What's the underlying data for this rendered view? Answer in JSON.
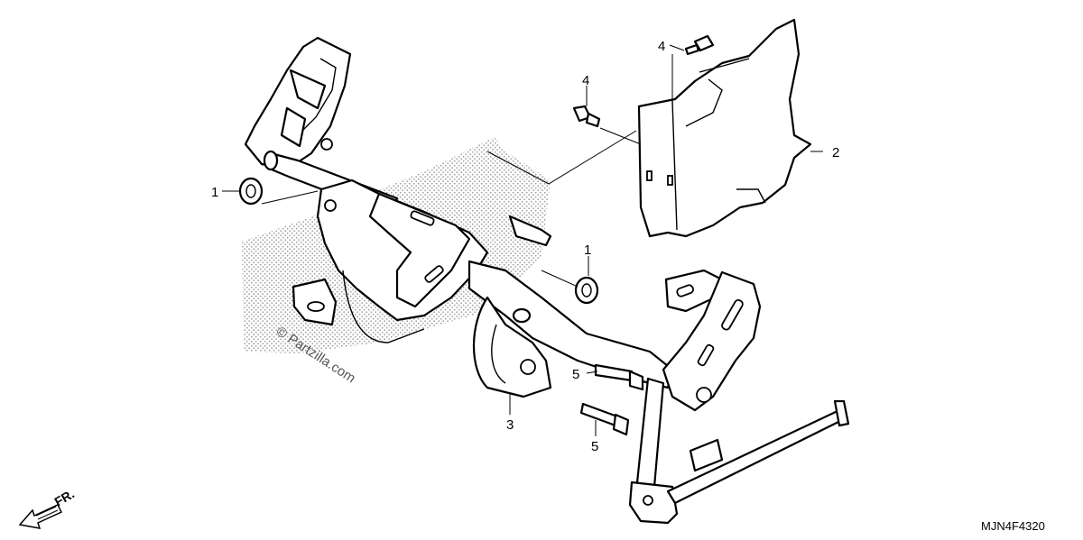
{
  "callouts": [
    {
      "id": "part-1-upper",
      "label": "1"
    },
    {
      "id": "part-1-lower",
      "label": "1"
    },
    {
      "id": "part-2",
      "label": "2"
    },
    {
      "id": "part-3",
      "label": "3"
    },
    {
      "id": "part-4-left",
      "label": "4"
    },
    {
      "id": "part-4-right",
      "label": "4"
    },
    {
      "id": "part-5-upper",
      "label": "5"
    },
    {
      "id": "part-5-lower",
      "label": "5"
    }
  ],
  "watermark": "© Partzilla.com",
  "direction_indicator": "FR.",
  "diagram_code": "MJN4F4320",
  "colors": {
    "ink": "#000000",
    "background": "#ffffff",
    "stipple": "#7a7a7a",
    "watermark": "#555555"
  },
  "icons": {
    "direction": "arrow-left-down-icon",
    "bolt": "flange-bolt-icon",
    "grommet": "rubber-grommet-icon"
  }
}
